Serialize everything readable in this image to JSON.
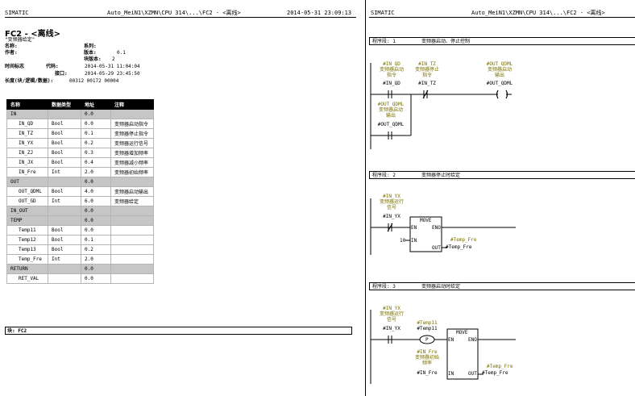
{
  "left_page": {
    "header": {
      "brand": "SIMATIC",
      "path": "Auto_MeiN1\\XZMN\\CPU 314\\...\\FC2 - <离线>",
      "timestamp": "2014-05-31 23:09:13"
    },
    "title": "FC2 - <离线>",
    "subtitle": "\"变频器给定\"",
    "meta": {
      "name_label": "名称:",
      "family_label": "系列:",
      "author_label": "作者:",
      "version_label": "版本:",
      "version_value": "0.1",
      "block_version_label": "块版本:",
      "block_version_value": "2",
      "timestamp_label": "时间标志",
      "code_label": "代码:",
      "code_value": "2014-05-31 11:04:04",
      "interface_label": "接口:",
      "interface_value": "2014-05-29 23:45:50",
      "length_label": "长度(块/逻辑/数据):",
      "length_value": "00312  00172  00004"
    },
    "table": {
      "headers": [
        "名称",
        "数据类型",
        "地址",
        "注释"
      ],
      "rows": [
        {
          "name": "IN",
          "type": "",
          "addr": "0.0",
          "comment": "",
          "group": true
        },
        {
          "name": "IN_QD",
          "type": "Bool",
          "addr": "0.0",
          "comment": "变频器启动指令",
          "group": false
        },
        {
          "name": "IN_TZ",
          "type": "Bool",
          "addr": "0.1",
          "comment": "变频器停止指令",
          "group": false
        },
        {
          "name": "IN_YX",
          "type": "Bool",
          "addr": "0.2",
          "comment": "变频器运行信号",
          "group": false
        },
        {
          "name": "IN_ZJ",
          "type": "Bool",
          "addr": "0.3",
          "comment": "变频器增加频率",
          "group": false
        },
        {
          "name": "IN_JX",
          "type": "Bool",
          "addr": "0.4",
          "comment": "变频器减小频率",
          "group": false
        },
        {
          "name": "IN_Fre",
          "type": "Int",
          "addr": "2.0",
          "comment": "变频器初始频率",
          "group": false
        },
        {
          "name": "OUT",
          "type": "",
          "addr": "0.0",
          "comment": "",
          "group": true
        },
        {
          "name": "OUT_QDML",
          "type": "Bool",
          "addr": "4.0",
          "comment": "变频器启动输出",
          "group": false
        },
        {
          "name": "OUT_GD",
          "type": "Int",
          "addr": "6.0",
          "comment": "变频器给定",
          "group": false
        },
        {
          "name": "IN_OUT",
          "type": "",
          "addr": "0.0",
          "comment": "",
          "group": true
        },
        {
          "name": "TEMP",
          "type": "",
          "addr": "0.0",
          "comment": "",
          "group": true
        },
        {
          "name": "Temp11",
          "type": "Bool",
          "addr": "0.0",
          "comment": "",
          "group": false
        },
        {
          "name": "Temp12",
          "type": "Bool",
          "addr": "0.1",
          "comment": "",
          "group": false
        },
        {
          "name": "Temp13",
          "type": "Bool",
          "addr": "0.2",
          "comment": "",
          "group": false
        },
        {
          "name": "Temp_Fre",
          "type": "Int",
          "addr": "2.0",
          "comment": "",
          "group": false
        },
        {
          "name": "RETURN",
          "type": "",
          "addr": "0.0",
          "comment": "",
          "group": true
        },
        {
          "name": "RET_VAL",
          "type": "",
          "addr": "0.0",
          "comment": "",
          "group": false
        }
      ]
    },
    "block_label": "块: FC2"
  },
  "right_page": {
    "header": {
      "brand": "SIMATIC",
      "path": "Auto_MeiN1\\XZMN\\CPU 314\\...\\FC2 - <离线>"
    },
    "networks": [
      {
        "label": "程序段: 1",
        "title": "变频器启动、停止控制",
        "c1_sym": "#IN_QD",
        "c1_c1": "变频器启动",
        "c1_c2": "指令",
        "c1_addr": "#IN_QD",
        "c2_sym": "#IN_TZ",
        "c2_c1": "变频器停止",
        "c2_c2": "指令",
        "c2_addr": "#IN_TZ",
        "coil_sym": "#OUT_QDML",
        "coil_c1": "变频器启动",
        "coil_c2": "输出",
        "coil_addr": "#OUT_QDML",
        "c3_sym": "#OUT_QDML",
        "c3_c1": "变频器启动",
        "c3_c2": "输出",
        "c3_addr": "#OUT_QDML"
      },
      {
        "label": "程序段: 2",
        "title": "变频器停止时给定",
        "c1_sym": "#IN_YX",
        "c1_c1": "变频器运行",
        "c1_c2": "信号",
        "c1_addr": "#IN_YX",
        "box": "MOVE",
        "en": "EN",
        "eno": "ENO",
        "in": "IN",
        "out": "OUT",
        "in_val": "10",
        "out_sym": "#Temp_Fre",
        "out_addr": "#Temp_Fre"
      },
      {
        "label": "程序段: 3",
        "title": "变频器启动时给定",
        "c1_sym": "#IN_YX",
        "c1_c1": "变频器运行",
        "c1_c2": "信号",
        "c1_addr": "#IN_YX",
        "p_sym": "#Temp11",
        "p_addr": "#Temp11",
        "p_label": "P",
        "box": "MOVE",
        "en": "EN",
        "eno": "ENO",
        "in": "IN",
        "out": "OUT",
        "in_sym": "#IN_Fre",
        "in_c1": "变频器初始",
        "in_c2": "频率",
        "in_addr": "#IN_Fre",
        "out_sym": "#Temp_Fre",
        "out_addr": "#Temp_Fre"
      }
    ]
  }
}
